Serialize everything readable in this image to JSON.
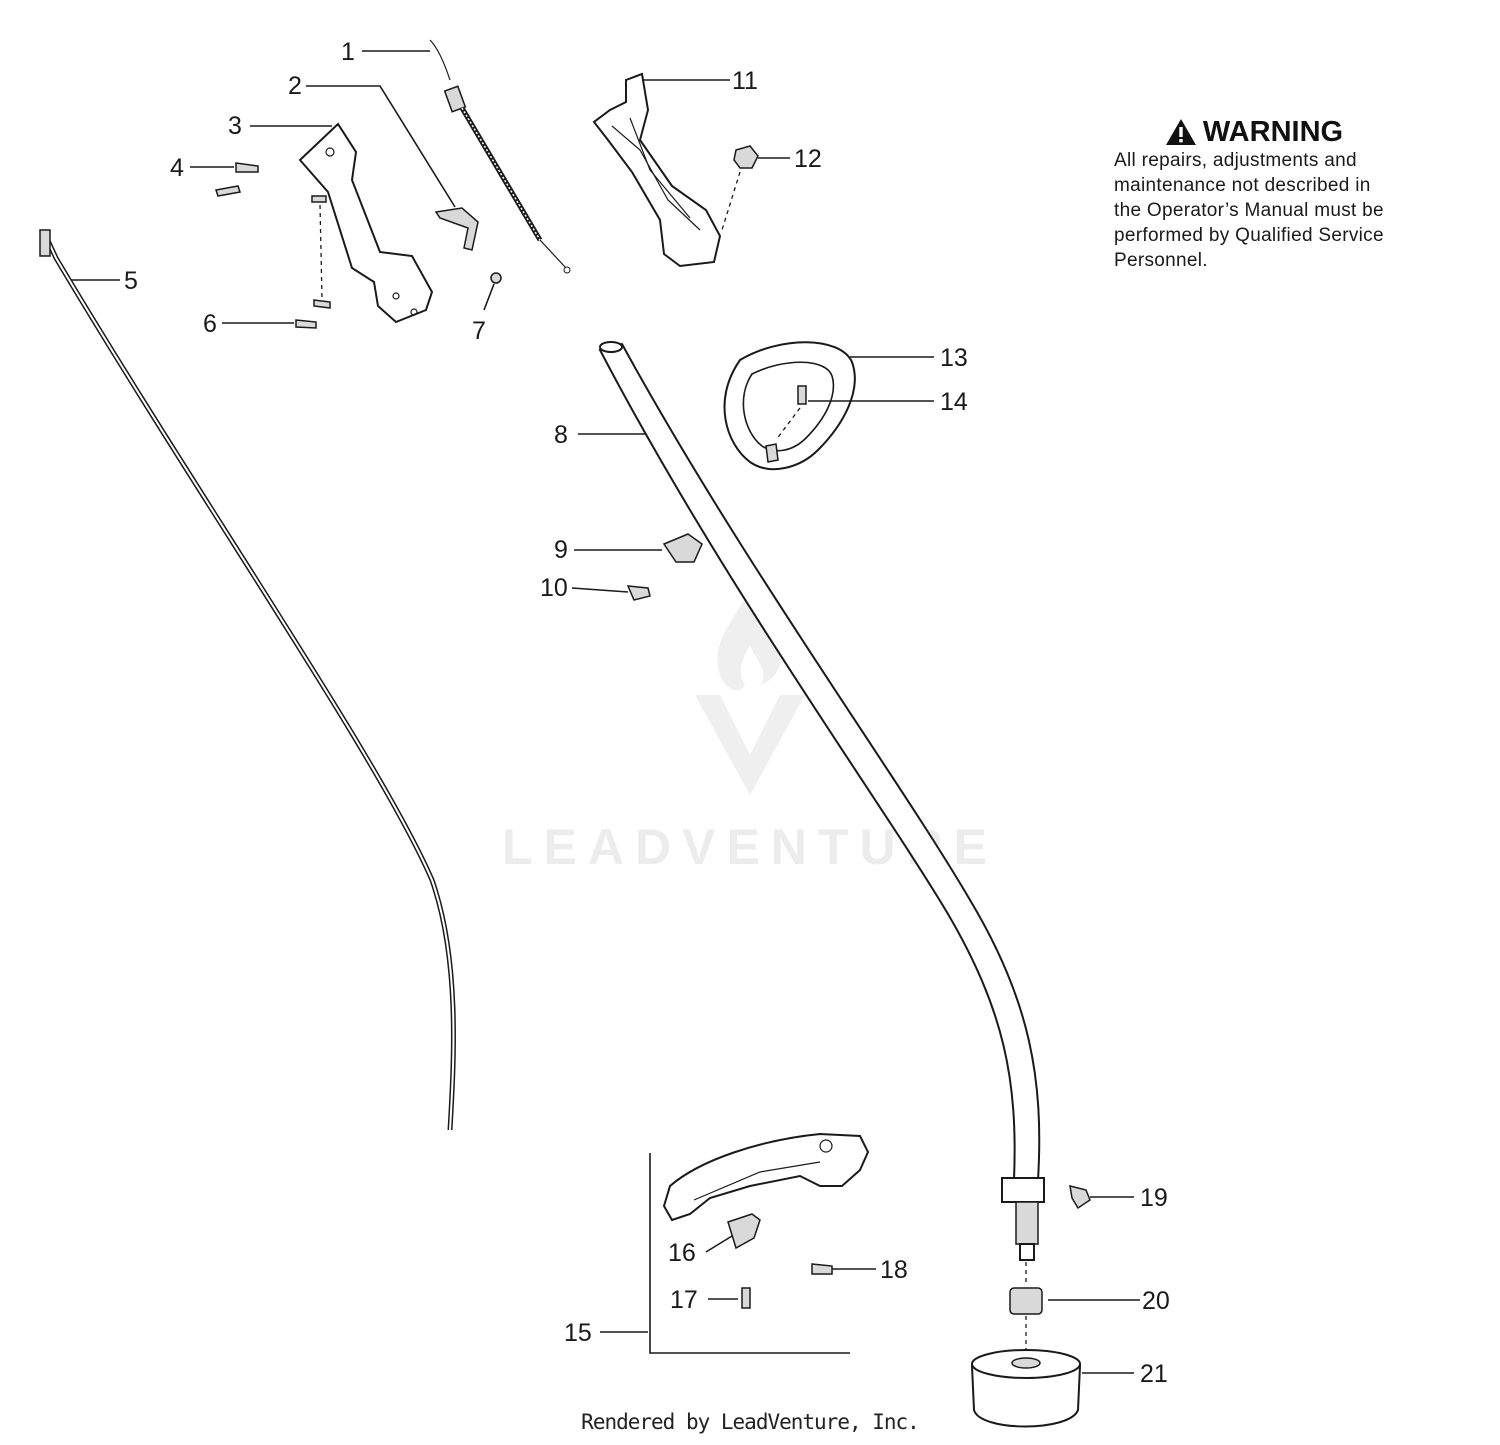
{
  "warning": {
    "title": "WARNING",
    "icon": "warning-triangle-icon",
    "text": "All repairs, adjustments and\nmaintenance not described in\nthe Operator’s Manual must be\nperformed by Qualified Service\nPersonnel."
  },
  "callouts": {
    "c1": "1",
    "c2": "2",
    "c3": "3",
    "c4": "4",
    "c5": "5",
    "c6": "6",
    "c7": "7",
    "c8": "8",
    "c9": "9",
    "c10": "10",
    "c11": "11",
    "c12": "12",
    "c13": "13",
    "c14": "14",
    "c15": "15",
    "c16": "16",
    "c17": "17",
    "c18": "18",
    "c19": "19",
    "c20": "20",
    "c21": "21"
  },
  "watermark": {
    "text": "LEADVENTURE"
  },
  "footer": {
    "text": "Rendered by LeadVenture, Inc."
  }
}
